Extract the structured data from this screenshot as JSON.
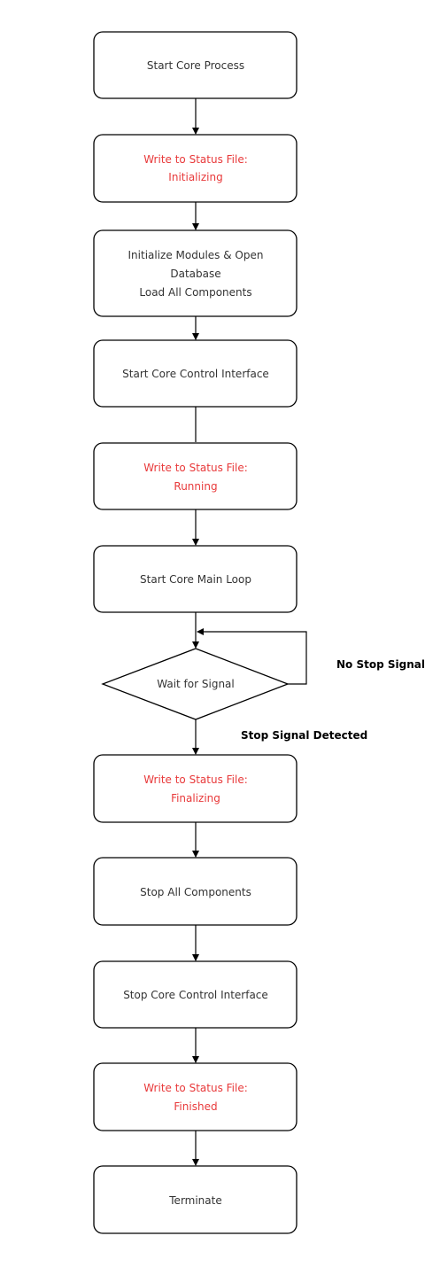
{
  "nodes": {
    "start_core_process": {
      "lines": [
        "Start Core Process"
      ]
    },
    "status_initializing": {
      "lines": [
        "Write to Status File:",
        "Initializing"
      ]
    },
    "init_modules": {
      "lines": [
        "Initialize Modules & Open",
        "Database",
        "Load All Components"
      ]
    },
    "start_control_interface": {
      "lines": [
        "Start Core Control Interface"
      ]
    },
    "status_running": {
      "lines": [
        "Write to Status File:",
        "Running"
      ]
    },
    "start_main_loop": {
      "lines": [
        "Start Core Main Loop"
      ]
    },
    "wait_for_signal": {
      "lines": [
        "Wait for Signal"
      ]
    },
    "status_finalizing": {
      "lines": [
        "Write to Status File:",
        "Finalizing"
      ]
    },
    "stop_components": {
      "lines": [
        "Stop All Components"
      ]
    },
    "stop_control_interface": {
      "lines": [
        "Stop Core Control Interface"
      ]
    },
    "status_finished": {
      "lines": [
        "Write to Status File:",
        "Finished"
      ]
    },
    "terminate": {
      "lines": [
        "Terminate"
      ]
    }
  },
  "edge_labels": {
    "no_stop_signal": "No Stop Signal",
    "stop_signal_detected": "Stop Signal Detected"
  },
  "colors": {
    "status_text": "#e8393a",
    "normal_text": "#333333",
    "stroke": "#000000"
  }
}
